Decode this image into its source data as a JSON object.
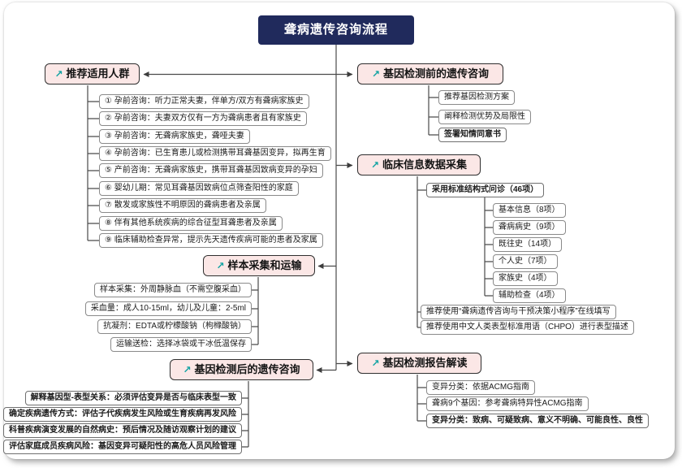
{
  "root": {
    "title": "聋病遗传咨询流程"
  },
  "icons": {
    "branch_arrow": "↗"
  },
  "colors": {
    "root_bg": "#202a5c",
    "root_text": "#ffffff",
    "branch_bg": "#fbe7e6",
    "branch_border": "#2f2f2f",
    "leaf_border": "#8a8a8a",
    "connector": "#4a4a4a",
    "arrow_icon_accent": "#12a3a3"
  },
  "branches": {
    "audience": {
      "label": "推荐适用人群",
      "items": [
        "① 孕前咨询：听力正常夫妻，伴单方/双方有聋病家族史",
        "② 孕前咨询：夫妻双方仅有一方为聋病患者且有家族史",
        "③ 孕前咨询：无聋病家族史，聋哑夫妻",
        "④ 孕前咨询：已生育患儿或检测携带耳聋基因变异，拟再生育",
        "⑤ 产前咨询：无聋病家族史，携带耳聋基因致病变异的孕妇",
        "⑥ 婴幼儿期：常见耳聋基因致病位点筛查阳性的家庭",
        "⑦ 散发或家族性不明原因的聋病患者及亲属",
        "⑧ 伴有其他系统疾病的综合征型耳聋患者及亲属",
        "⑨ 临床辅助检查异常，提示先天遗传疾病可能的患者及家属"
      ]
    },
    "pre_test": {
      "label": "基因检测前的遗传咨询",
      "items": [
        "推荐基因检测方案",
        "阐释检测优势及局限性",
        "签署知情同意书"
      ]
    },
    "clinical": {
      "label": "临床信息数据采集",
      "interview": "采用标准结构式问诊（46项）",
      "interview_items": [
        "基本信息（8项）",
        "聋病病史（9项）",
        "既往史（14项）",
        "个人史（7项）",
        "家族史（4项）",
        "辅助检查（4项）"
      ],
      "extras": [
        "推荐使用“聋病遗传咨询与干预决策小程序”在线填写",
        "推荐使用中文人类表型标准用语（CHPO）进行表型描述"
      ]
    },
    "sample": {
      "label": "样本采集和运输",
      "items": [
        "样本采集：外周静脉血（不需空腹采血）",
        "采血量：成人10-15ml，幼儿及儿童：2-5ml",
        "抗凝剂：EDTA或柠檬酸钠（枸橼酸钠）",
        "运输送检：选择冰袋或干冰低温保存"
      ]
    },
    "post_test": {
      "label": "基因检测后的遗传咨询",
      "items": [
        "解释基因型-表型关系：必须评估变异是否与临床表型一致",
        "确定疾病遗传方式：评估子代疾病发生风险或生育疾病再发风险",
        "科普疾病演变发展的自然病史：预后情况及随访观察计划的建议",
        "评估家庭成员疾病风险：基因变异可疑阳性的高危人员风险管理"
      ]
    },
    "report": {
      "label": "基因检测报告解读",
      "items": [
        "变异分类：依据ACMG指南",
        "聋病9个基因：参考聋病特异性ACMG指南",
        "变异分类：致病、可疑致病、意义不明确、可能良性、良性"
      ]
    }
  }
}
